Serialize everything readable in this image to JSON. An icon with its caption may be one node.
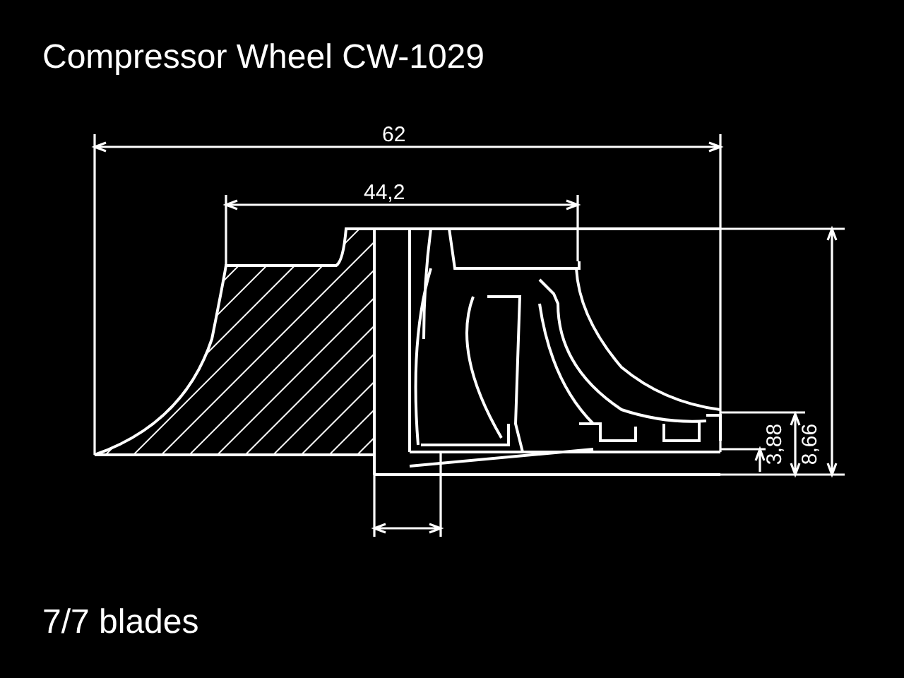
{
  "diagram": {
    "title": "Compressor Wheel CW-1029",
    "caption": "7/7 blades",
    "labels": [
      "62",
      "44,2",
      "3,88",
      "8,66"
    ]
  }
}
